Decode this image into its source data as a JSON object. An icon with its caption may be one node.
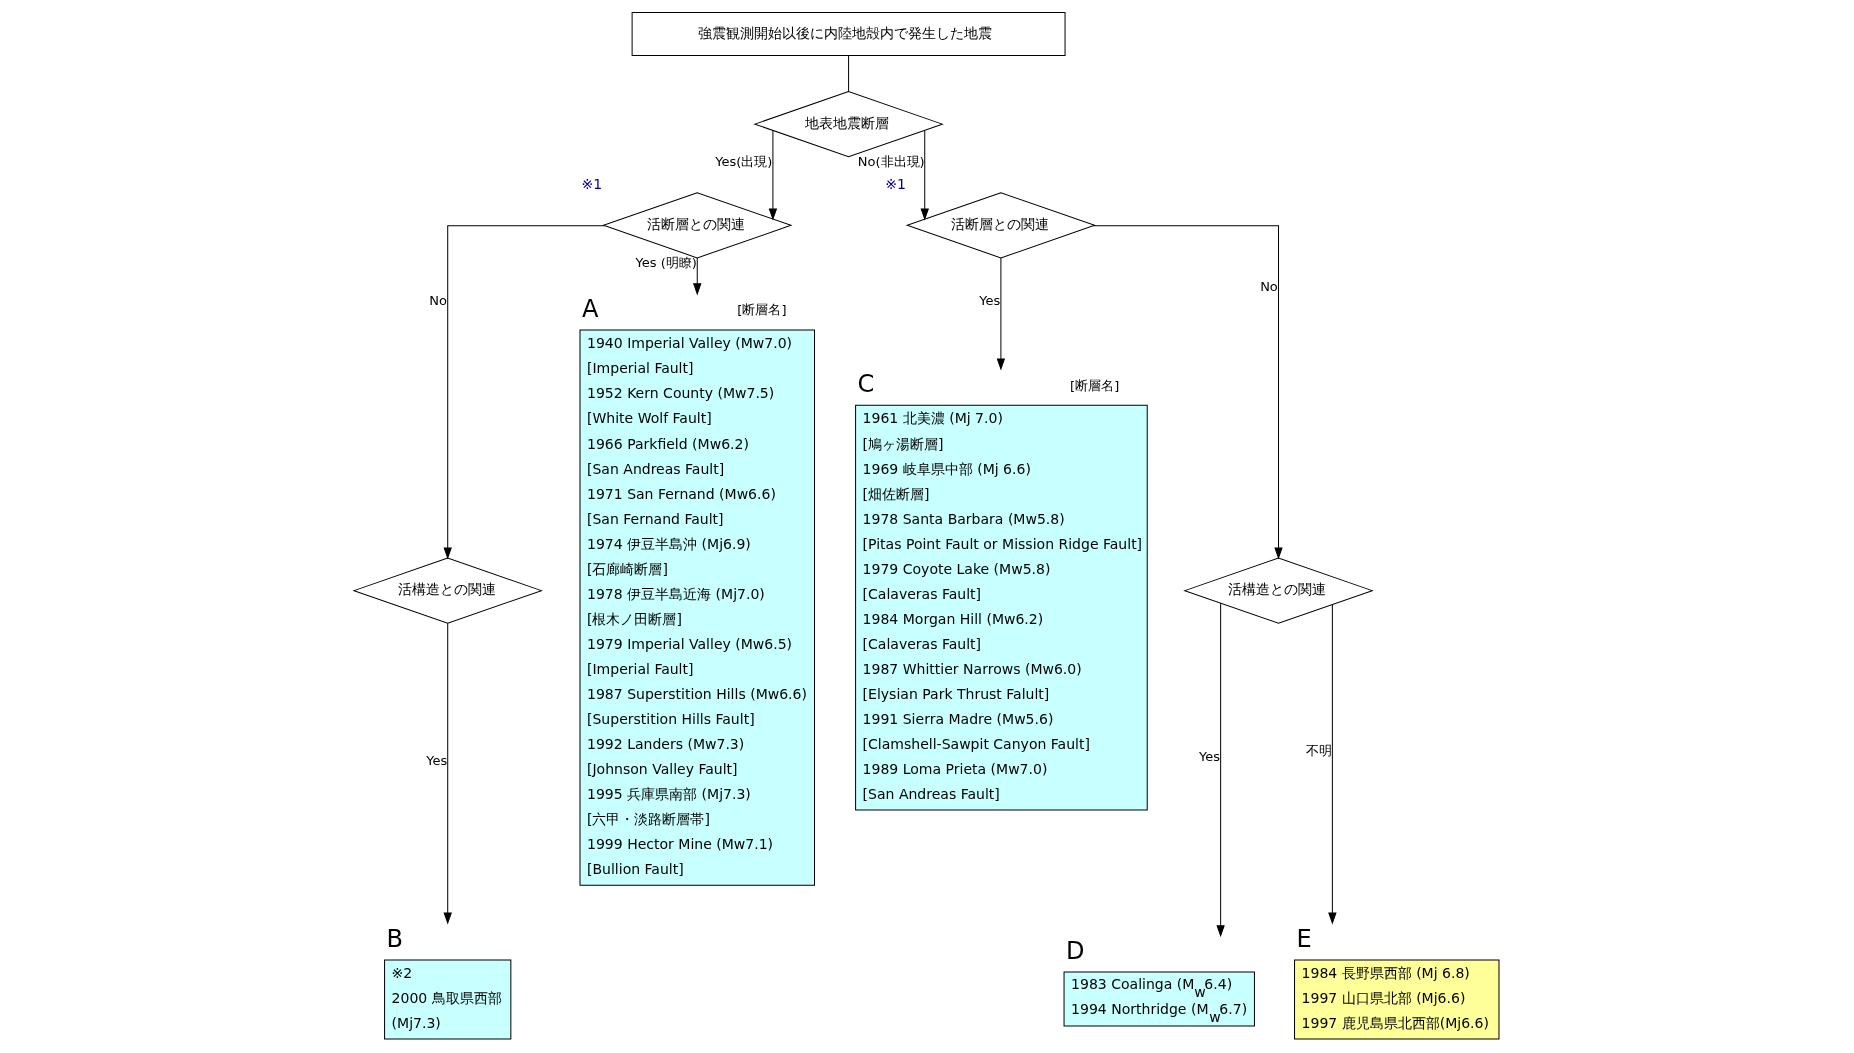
{
  "diagram": {
    "nodes": [
      {
        "text": [
          "強震観測開始以後に内陸地殻内で発生した地震"
        ]
      },
      {
        "text": [
          "地表地震断層"
        ]
      },
      {
        "text": [
          "活断層との関連"
        ],
        "beside": [
          "※1"
        ]
      },
      {
        "text": [
          "活構造との関連"
        ]
      },
      {
        "text": [
          "1940 Imperial Valley (Mw7.0)",
          "[Imperial Fault]",
          "1952 Kern County (Mw7.5)",
          "[White Wolf Fault]",
          "1966 Parkfield (Mw6.2)",
          "[San Andreas Fault]",
          "1971 San Fernand (Mw6.6)",
          "[San Fernand Fault]",
          "1974 伊豆半島沖 (Mj6.9)",
          "[石廊崎断層]",
          "1978 伊豆半島近海 (Mj7.0)",
          "[根木ノ田断層]",
          "1979 Imperial Valley (Mw6.5)",
          "[Imperial Fault]",
          "1987 Superstition Hills (Mw6.6)",
          "[Superstition Hills Fault]",
          "1992 Landers (Mw7.3)",
          "[Johnson Valley Fault]",
          "1995 兵庫県南部 (Mj7.3)",
          "[六甲・淡路断層帯]",
          "1999 Hector Mine (Mw7.1)",
          "[Bullion Fault]"
        ],
        "beside": [
          "A",
          "[断層名]"
        ]
      },
      {
        "text": [
          "※2",
          "2000 鳥取県西部",
          "(Mj7.3)"
        ],
        "beside": [
          "B"
        ]
      },
      {
        "text": [
          "活断層との関連"
        ],
        "beside": [
          "※1"
        ]
      },
      {
        "text": [
          "1961 北美濃 (Mj 7.0)",
          "[鳩ヶ湯断層]",
          "1969 岐阜県中部 (Mj 6.6)",
          "[畑佐断層]",
          "1978 Santa Barbara (Mw5.8)",
          "[Pitas Point Fault or Mission Ridge Fault]",
          "1979 Coyote Lake (Mw5.8)",
          "[Calaveras Fault]",
          "1984 Morgan Hill (Mw6.2)",
          "[Calaveras Fault]",
          "1987 Whittier Narrows (Mw6.0)",
          "[Elysian Park Thrust Falult]",
          "1991 Sierra Madre (Mw5.6)",
          "[Clamshell-Sawpit Canyon Fault]",
          "1989 Loma Prieta (Mw7.0)",
          "[San Andreas Fault]"
        ],
        "beside": [
          "C",
          "[断層名]"
        ]
      },
      {
        "text": [
          "活構造との関連"
        ]
      },
      {
        "text": [
          "1983 Coalinga (M$_{w}$6.4)",
          "1994 Northridge (M$_{w}$6.7)"
        ],
        "beside": [
          "D"
        ]
      },
      {
        "text": [
          "1984 長野県西部 (Mj 6.8)",
          "1997 山口県北部 (Mj6.6)",
          "1997 鹿児島県北西部(Mj6.6)"
        ],
        "beside": [
          "E"
        ]
      }
    ],
    "edges": [
      {
        "from": 0,
        "to": 1,
        "arrow": "none"
      },
      {
        "from": 1,
        "to": 2,
        "arrow": "to",
        "label": "Yes(出現)"
      },
      {
        "from": 1,
        "to": 6,
        "arrow": "to",
        "label": "No(非出現)"
      },
      {
        "from": 2,
        "to": 4,
        "arrow": "to",
        "label": "Yes (明瞭)"
      },
      {
        "from": 2,
        "to": 3,
        "arrow": "to",
        "label": "No"
      },
      {
        "from": 3,
        "to": 5,
        "arrow": "to",
        "label": "Yes"
      },
      {
        "from": 6,
        "to": 7,
        "arrow": "to",
        "label": "Yes"
      },
      {
        "from": 6,
        "to": 8,
        "arrow": "to",
        "label": "No"
      },
      {
        "from": 8,
        "to": 9,
        "arrow": "to",
        "label": "Yes"
      },
      {
        "from": 8,
        "to": 10,
        "arrow": "to",
        "label": "不明"
      }
    ]
  }
}
